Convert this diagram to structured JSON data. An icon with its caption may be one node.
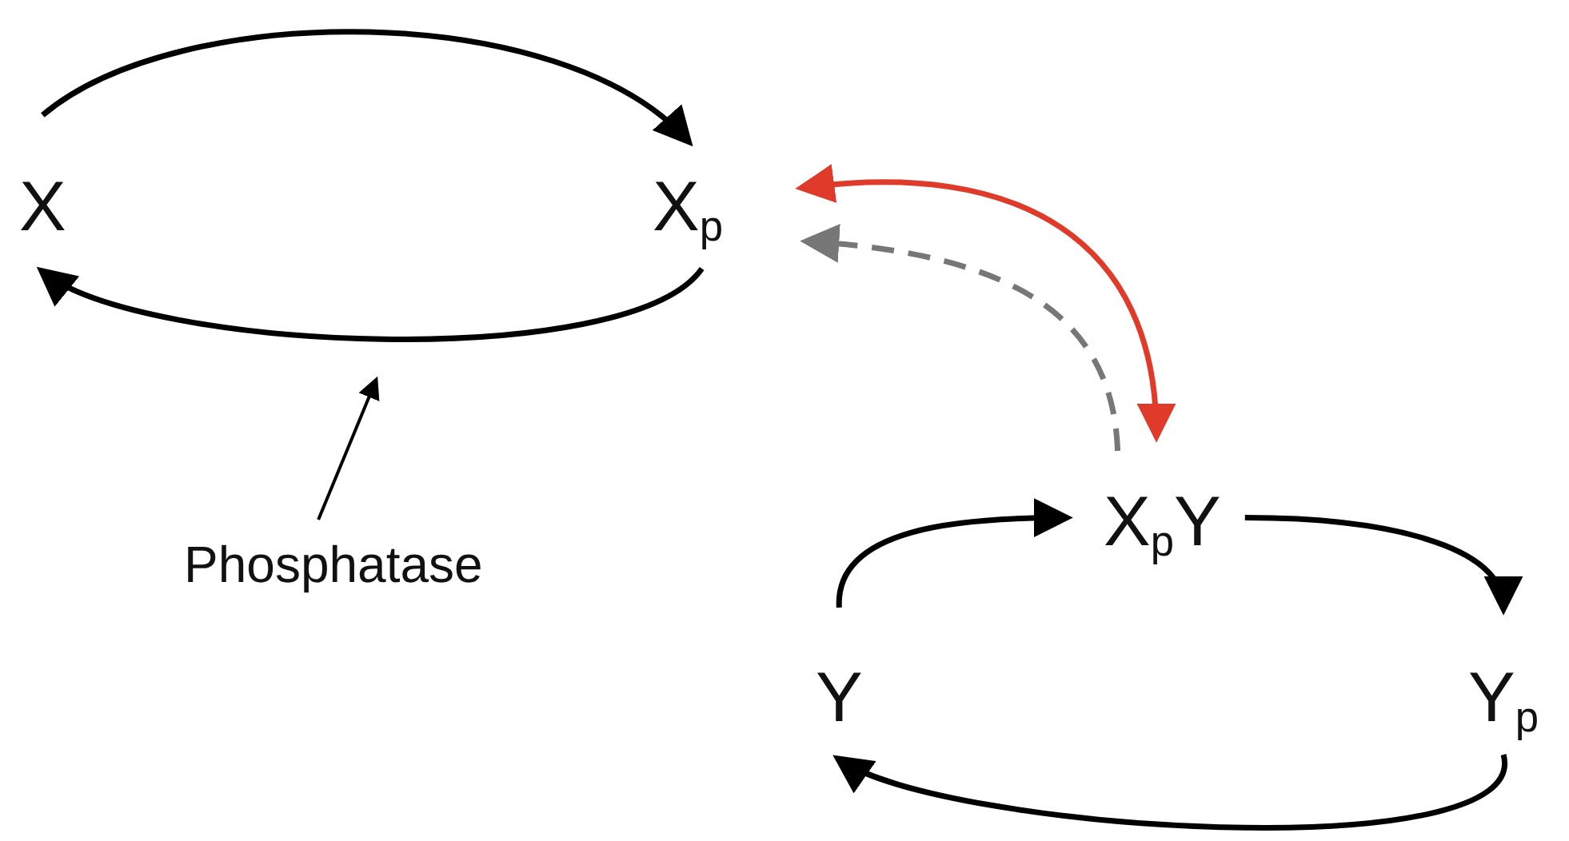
{
  "diagram": {
    "nodes": [
      {
        "text": [
          "X"
        ]
      },
      {
        "text": [
          "X$_{p}$"
        ]
      },
      {
        "text": [
          "Phosphatase"
        ]
      },
      {
        "text": [
          "X$_{p}$Y"
        ]
      },
      {
        "text": [
          "Y"
        ]
      },
      {
        "text": [
          "Y$_{p}$"
        ]
      }
    ],
    "edges": [
      {
        "from": 0,
        "to": 1,
        "arrow": "to"
      },
      {
        "from": 1,
        "to": 0,
        "arrow": "to"
      },
      {
        "from": 2,
        "to": null,
        "arrow": "to"
      },
      {
        "from": 1,
        "to": 3,
        "arrow": "both",
        "color": "#e03a2a"
      },
      {
        "from": 3,
        "to": 1,
        "arrow": "to",
        "style": "dashed",
        "color": "#777777"
      },
      {
        "from": 4,
        "to": 3,
        "arrow": "to"
      },
      {
        "from": 3,
        "to": 5,
        "arrow": "to"
      },
      {
        "from": 5,
        "to": 4,
        "arrow": "to"
      }
    ]
  }
}
